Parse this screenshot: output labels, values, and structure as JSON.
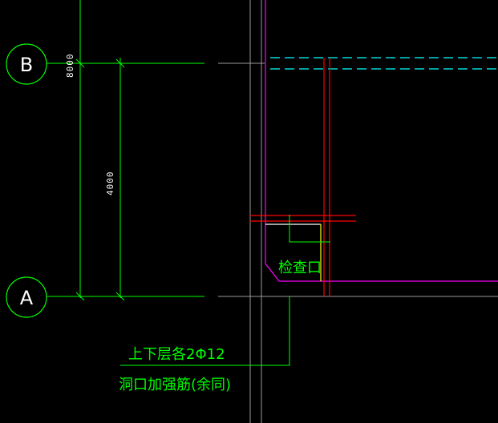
{
  "drawing": {
    "grid_axes": [
      {
        "label": "B"
      },
      {
        "label": "A"
      }
    ],
    "dimensions": {
      "top_dim": "8000",
      "span_dim": "4000"
    },
    "opening_label": "检查口",
    "rebar_note": {
      "line1": "上下层各2Φ12",
      "line2": "洞口加强筋(余同)"
    },
    "colors": {
      "background": "#000000",
      "green": "#00ff00",
      "gray": "#9a9a9a",
      "magenta": "#ff00ff",
      "red": "#ff0000",
      "cyan": "#00ffff",
      "yellow": "#ffff00",
      "white": "#ffffff"
    }
  }
}
